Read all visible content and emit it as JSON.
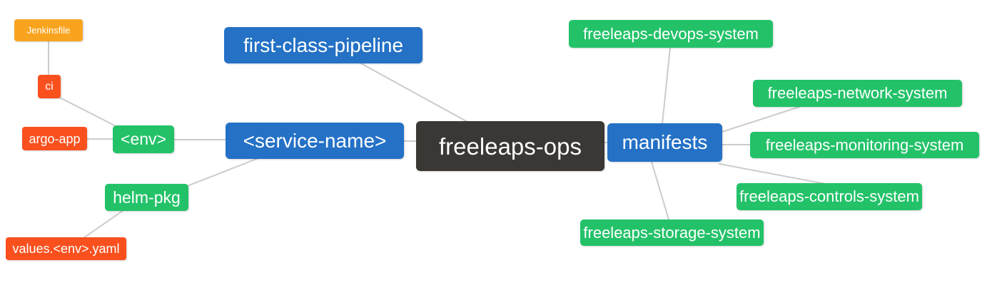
{
  "palette": {
    "branch_blue": "#2471C6",
    "leaf_green": "#23C269",
    "leaf_red": "#F9501E",
    "leaf_orange": "#F9A41F",
    "root_dark": "#3A3734",
    "edge_gray": "#CCCCCC",
    "node_text": "#FFFFFF",
    "background": "#FFFFFF"
  },
  "mindmap": {
    "nodes": {
      "freeleaps_ops": {
        "label": "freeleaps-ops",
        "color": "#3A3734",
        "level": 0
      },
      "first_class_pipeline": {
        "label": "first-class-pipeline",
        "color": "#2471C6",
        "level": 1
      },
      "service_name": {
        "label": "<service-name>",
        "color": "#2471C6",
        "level": 1
      },
      "manifests": {
        "label": "manifests",
        "color": "#2471C6",
        "level": 1
      },
      "env": {
        "label": "<env>",
        "color": "#23C269",
        "level": 2
      },
      "helm_pkg": {
        "label": "helm-pkg",
        "color": "#23C269",
        "level": 2
      },
      "ci": {
        "label": "ci",
        "color": "#F9501E",
        "level": 3
      },
      "argo_app": {
        "label": "argo-app",
        "color": "#F9501E",
        "level": 3
      },
      "jenkinsfile": {
        "label": "Jenkinsfile",
        "color": "#F9A41F",
        "level": 4
      },
      "values_env_yaml": {
        "label": "values.<env>.yaml",
        "color": "#F9501E",
        "level": 3
      },
      "freeleaps_devops_system": {
        "label": "freeleaps-devops-system",
        "color": "#23C269",
        "level": 2
      },
      "freeleaps_network_system": {
        "label": "freeleaps-network-system",
        "color": "#23C269",
        "level": 2
      },
      "freeleaps_monitoring_system": {
        "label": "freeleaps-monitoring-system",
        "color": "#23C269",
        "level": 2
      },
      "freeleaps_controls_system": {
        "label": "freeleaps-controls-system",
        "color": "#23C269",
        "level": 2
      },
      "freeleaps_storage_system": {
        "label": "freeleaps-storage-system",
        "color": "#23C269",
        "level": 2
      }
    },
    "edges": [
      {
        "from": "freeleaps_ops",
        "to": "first_class_pipeline"
      },
      {
        "from": "freeleaps_ops",
        "to": "service_name"
      },
      {
        "from": "freeleaps_ops",
        "to": "manifests"
      },
      {
        "from": "service_name",
        "to": "env"
      },
      {
        "from": "service_name",
        "to": "helm_pkg"
      },
      {
        "from": "env",
        "to": "ci"
      },
      {
        "from": "env",
        "to": "argo_app"
      },
      {
        "from": "ci",
        "to": "jenkinsfile"
      },
      {
        "from": "helm_pkg",
        "to": "values_env_yaml"
      },
      {
        "from": "manifests",
        "to": "freeleaps_devops_system"
      },
      {
        "from": "manifests",
        "to": "freeleaps_network_system"
      },
      {
        "from": "manifests",
        "to": "freeleaps_monitoring_system"
      },
      {
        "from": "manifests",
        "to": "freeleaps_controls_system"
      },
      {
        "from": "manifests",
        "to": "freeleaps_storage_system"
      }
    ]
  }
}
